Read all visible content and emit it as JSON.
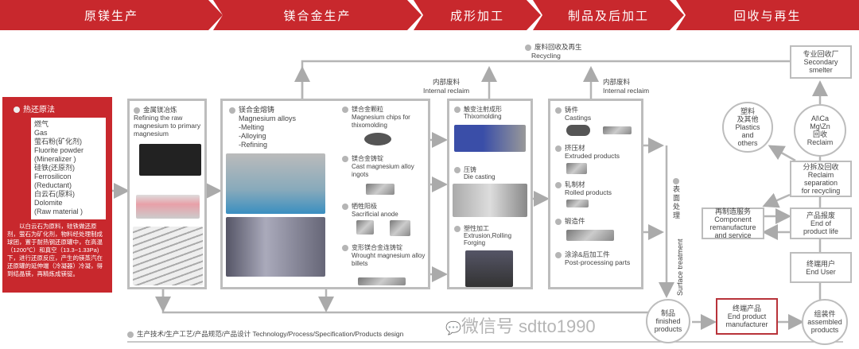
{
  "header": {
    "stages": [
      "原镁生产",
      "镁合金生产",
      "成形加工",
      "制品及后加工",
      "回收与再生"
    ]
  },
  "pidgeon": {
    "title": "热还原法",
    "materials": [
      "燃气",
      "Gas",
      "萤石粉(矿化剂)",
      "Fluorite powder",
      "(Mineralizer )",
      "硅铁(还原剂)",
      "Ferrosilicon",
      "(Reductant)",
      "白云石(原料)",
      "Dolomite",
      "(Raw material )"
    ],
    "description": "以白云石为原料，硅铁做还原剂，萤石为矿化剂，物料经处理制成球团，置于耐热钢还原罐中，在高温（1200℃）和真空（13.3~1.33Pa)下，进行还原反应，产生的镁蒸汽在还原罐的延伸端（冷凝器）冷凝，得到结晶镁，再精炼成镁锭。"
  },
  "refining": {
    "cn": "金属镁冶炼",
    "en": "Refining the raw magnesium to primary magnesium"
  },
  "alloy": {
    "main_cn": "镁合金熔铸",
    "main_en": "Magnesium alloys",
    "steps": [
      "-Melting",
      "-Alloying",
      "-Refining"
    ],
    "items": [
      {
        "cn": "镁合金颗粒",
        "en": "Magnesium chips for thixomolding"
      },
      {
        "cn": "镁合金铸锭",
        "en": "Cast magnesium alloy ingots"
      },
      {
        "cn": "牺牲阳极",
        "en": "Sacrificial anode"
      },
      {
        "cn": "变形镁合金连铸锭",
        "en": "Wrought magnesium alloy billets"
      }
    ]
  },
  "forming": {
    "items": [
      {
        "cn": "触变注射成形",
        "en": "Thixomolding"
      },
      {
        "cn": "压铸",
        "en": "Die casting"
      },
      {
        "cn": "塑性加工",
        "en": "Extrusion,Rolling Forging"
      }
    ]
  },
  "products": {
    "items": [
      {
        "cn": "铸件",
        "en": "Castings"
      },
      {
        "cn": "挤压材",
        "en": "Extruded products"
      },
      {
        "cn": "轧制材",
        "en": "Rolled products"
      },
      {
        "cn": "锻造件",
        "en": ""
      },
      {
        "cn": "涂涂&后加工件",
        "en": "Post-processing parts"
      }
    ]
  },
  "recycling": {
    "cn": "废料回收及再生",
    "en": "Recycling"
  },
  "internal_reclaim": {
    "cn": "内部废料",
    "en": "Internal reclaim"
  },
  "surface": {
    "cn": "表面处理",
    "en": "Surface treatment"
  },
  "recycle_chain": {
    "secondary": [
      "专业回收厂",
      "Secondary",
      "smelter"
    ],
    "al_ca": [
      "Al\\Ca",
      "Mg\\Zn",
      "回收",
      "Reclaim"
    ],
    "plastics": [
      "塑料",
      "及其他",
      "Plastics",
      "and",
      "others"
    ],
    "separation": [
      "分拆及回收",
      "Reclaim",
      "separation",
      "for recycling"
    ],
    "remanufacture": [
      "再制造服务",
      "Component",
      "remanufacture",
      "and service"
    ],
    "end_of_life": [
      "产品报废",
      "End of",
      "product life"
    ],
    "end_user": [
      "终端用户",
      "End User"
    ],
    "finished": [
      "制品",
      "finished",
      "products"
    ],
    "manufacturer": [
      "终端产品",
      "End product",
      "manufacturer"
    ],
    "assembled": [
      "组装件",
      "assembled",
      "products"
    ]
  },
  "watermark": "微信号 sdtto1990",
  "footer": "生产技术/生产工艺/产品规范/产品设计 Technology/Process/Specification/Products design"
}
